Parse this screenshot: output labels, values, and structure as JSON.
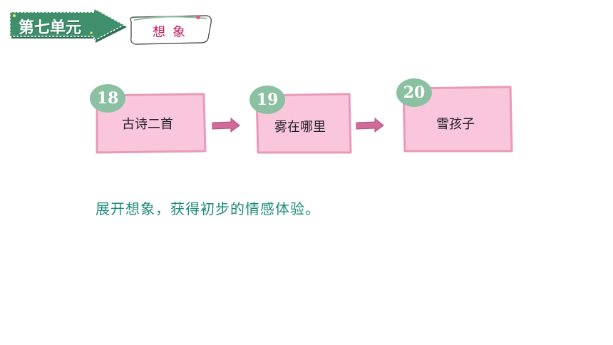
{
  "header": {
    "unit_label": "第七单元",
    "theme_label": "想象"
  },
  "lessons": [
    {
      "number": "18",
      "title": "古诗二首"
    },
    {
      "number": "19",
      "title": "雾在哪里"
    },
    {
      "number": "20",
      "title": "雪孩子"
    }
  ],
  "summary": "展开想象，获得初步的情感体验。",
  "colors": {
    "banner_green": "#3f8f6d",
    "banner_dark": "#2f6e55",
    "card_fill": "#f9c6dc",
    "card_border": "#e89ab9",
    "number_badge": "#8cc0a2",
    "arrow": "#d26a99",
    "theme_text": "#c2185b",
    "summary_text": "#1e8a7a"
  },
  "icons": {
    "connector": "arrow-right-icon"
  }
}
